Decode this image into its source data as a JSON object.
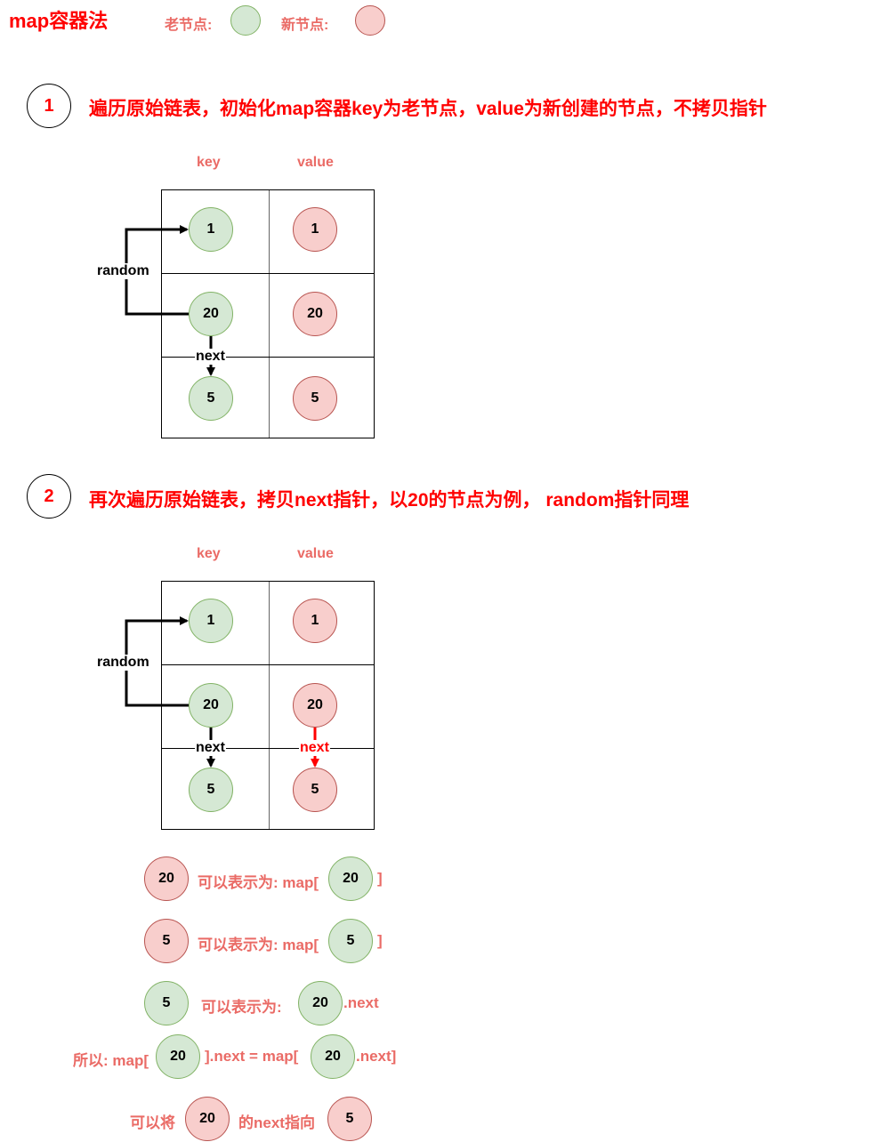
{
  "title": "map容器法",
  "legend": {
    "old_label": "老节点:",
    "new_label": "新节点:"
  },
  "colors": {
    "title": "#ff0000",
    "annotation": "#ea6b66",
    "old_fill": "#d5e8d4",
    "old_stroke": "#82b366",
    "new_fill": "#f8cecc",
    "new_stroke": "#b85450"
  },
  "steps": [
    {
      "number": "1",
      "text": "遍历原始链表，初始化map容器key为老节点，value为新创建的节点，不拷贝指针",
      "columns": {
        "key": "key",
        "value": "value"
      },
      "rows": [
        {
          "key": "1",
          "value": "1"
        },
        {
          "key": "20",
          "value": "20"
        },
        {
          "key": "5",
          "value": "5"
        }
      ],
      "random_label": "random",
      "key_next_label": "next"
    },
    {
      "number": "2",
      "text": "再次遍历原始链表，拷贝next指针，以20的节点为例， random指针同理",
      "columns": {
        "key": "key",
        "value": "value"
      },
      "rows": [
        {
          "key": "1",
          "value": "1"
        },
        {
          "key": "20",
          "value": "20"
        },
        {
          "key": "5",
          "value": "5"
        }
      ],
      "random_label": "random",
      "key_next_label": "next",
      "value_next_label": "next"
    }
  ],
  "explanations": {
    "line1": {
      "node": "20",
      "text": "可以表示为: map[",
      "key": "20",
      "close": "]"
    },
    "line2": {
      "node": "5",
      "text": "可以表示为: map[",
      "key": "5",
      "close": "]"
    },
    "line3": {
      "node": "5",
      "text": "可以表示为:",
      "key": "20",
      "suffix": ".next"
    },
    "line4": {
      "prefix": "所以: map[",
      "key1": "20",
      "middle": "].next = map[",
      "key2": "20",
      "suffix": ".next]"
    },
    "line5": {
      "prefix": "可以将",
      "node1": "20",
      "middle": "的next指向",
      "node2": "5"
    }
  }
}
